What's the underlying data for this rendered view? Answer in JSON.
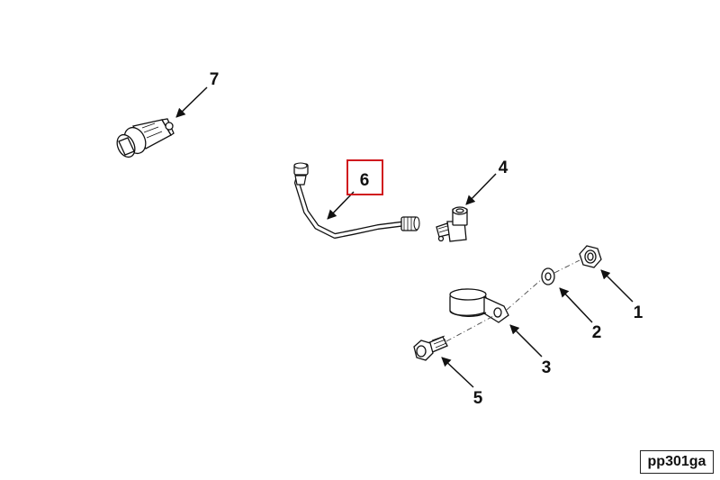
{
  "figure": {
    "reference_code": "pp301ga",
    "highlight_color": "#d0191e",
    "callouts": [
      {
        "id": "1",
        "label": "1"
      },
      {
        "id": "2",
        "label": "2"
      },
      {
        "id": "3",
        "label": "3"
      },
      {
        "id": "4",
        "label": "4"
      },
      {
        "id": "5",
        "label": "5"
      },
      {
        "id": "6",
        "label": "6",
        "highlighted": true
      },
      {
        "id": "7",
        "label": "7"
      }
    ]
  }
}
